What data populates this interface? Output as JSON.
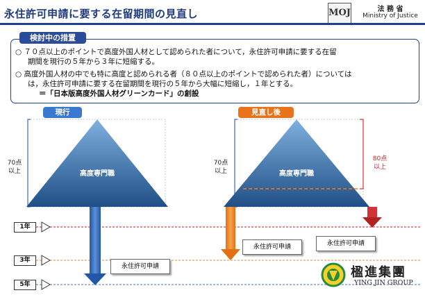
{
  "header": {
    "title": "永住許可申請に要する在留期間の見直し",
    "logo_text": "MOJ",
    "ministry_ja": "法 務 省",
    "ministry_en": "Ministry of Justice"
  },
  "measures": {
    "label": "検討中の措置",
    "line1": "○ ７０点以上のポイントで高度外国人材として認められた者について，永住許可申請に要する在留",
    "line2": "期間を現行の５年から３年に短縮する。",
    "line3": "○ 高度外国人材の中でも特に高度と認められる者（８０点以上のポイントで認められた者）については",
    "line4": "は，永住許可申請に要する在留期間を現行の５年から大幅に短縮し，１年とする。",
    "line5": "＝「日本版高度外国人材グリーンカード」の創設"
  },
  "current": {
    "tab": "現行",
    "score_line1": "70点",
    "score_line2": "以上",
    "pyramid_label": "高度専門職",
    "callout": "永住許可申請"
  },
  "revised": {
    "tab": "見直し後",
    "score70_line1": "70点",
    "score70_line2": "以上",
    "score80_line1": "80点",
    "score80_line2": "以上",
    "pyramid_label": "高度専門職",
    "callout_3yr": "永住許可申請",
    "callout_1yr": "永住許可申請"
  },
  "years": {
    "y1": "1年",
    "y3": "3年",
    "y5": "5年"
  },
  "brand": {
    "name_ja": "楹進集團",
    "name_en": "YING JIN GROUP"
  },
  "colors": {
    "header_navy": "#1e3a7a",
    "tab_blue": "#3b78d0",
    "tab_orange": "#e8731a",
    "pyramid_dark": "#1f4f86",
    "pyramid_light": "#6fa3d6",
    "arrow_blue": "#2d62b5",
    "arrow_orange": "#ef7f1a",
    "arrow_red": "#c42626",
    "line_1yr": "#d94545",
    "line_3yr": "#e8a060",
    "line_5yr": "#6a8fd0"
  }
}
